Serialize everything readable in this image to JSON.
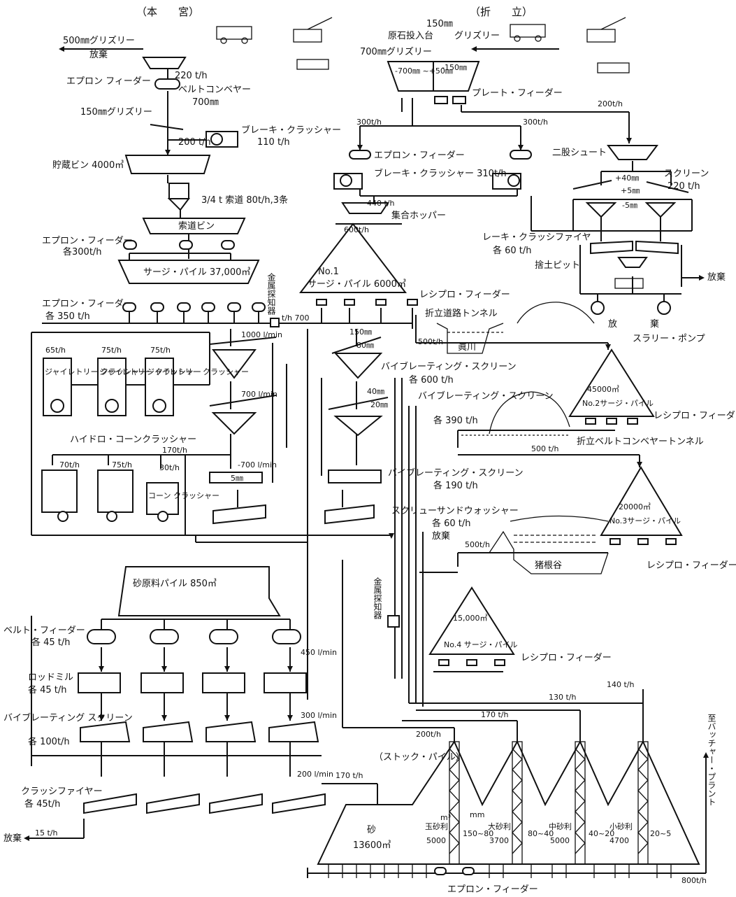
{
  "headers": {
    "left": "（本　　宮）",
    "right": "（折　　立）"
  },
  "labels": {
    "grizzly500": "500㎜グリズリー",
    "discard1": "放棄",
    "apron1": "エプロン フィーダー",
    "apron1_rate": "220 t/h",
    "belt": "ベルトコンベヤー",
    "belt_w": "700㎜",
    "grizzly150": "150㎜グリズリー",
    "break_cr1": "ブレーキ・クラッシャー",
    "break_cr1_rate": "110 t/h",
    "r200a": "200 t/h",
    "bin1": "貯蔵ビン 4000㎥",
    "ropeway": "3/4 t 索道 80t/h,3条",
    "rope_bin": "索道ビン",
    "apron2": "エプロン・フィーダー",
    "apron2_rate": "各300t/h",
    "surge1": "サージ・パイル 37,000㎥",
    "metal1": "金属探知器",
    "apron3": "エプロン・フィーダー",
    "apron3_rate": "各 350 t/h",
    "r700a": "t/h 700",
    "g150r": "150㎜",
    "grizzly_r": "グリズリー",
    "raw_feed": "原石投入台",
    "grizzly700": "700㎜グリズリー",
    "bin_a": "-700㎜ ~+50㎜",
    "bin_b": "-150㎜",
    "plate_f": "プレート・フィーダー",
    "r200b": "200t/h",
    "r300a": "300t/h",
    "r300b": "300t/h",
    "apron4": "エプロン・フィーダー",
    "break_cr2": "ブレーキ・クラッシャー 310t/h",
    "chute": "二股シュート",
    "screen1": "スクリーン",
    "screen1_rate": "220 t/h",
    "p40": "+40㎜",
    "p5": "+5㎜",
    "m5": "-5㎜",
    "r440": "440 t/h",
    "hopper": "集合ホッパー",
    "r600": "600t/h",
    "surge_no1": "No.1",
    "surge1b": "サージ・パイル 6000㎥",
    "rake_cl": "レーキ・クラッシファイヤ",
    "rake_rate": "各 60 t/h",
    "waste_pit": "捨土ピット",
    "discard2": "放棄",
    "recip1": "レシプロ・フィーダー",
    "tunnel1": "折立道路トンネル",
    "river1": "眞川",
    "r500a": "500t/h",
    "dis1": "放",
    "dis2": "棄",
    "slurry": "スラリー・ポンプ",
    "r1000": "1000 l/min",
    "mm150": "150㎜",
    "mm80": "80㎜",
    "vib1": "バイブレーティング・スクリーン",
    "vib1_rate": "各 600 t/h",
    "gy1": "65t/h",
    "gy2": "75t/h",
    "gy3": "75t/h",
    "gyc": "ジャイレトリー クラッシャー",
    "r700b": "700 l/min",
    "mm40": "40㎜",
    "mm20": "20㎜",
    "vib2": "バイブレーティング・スクリーン",
    "vib2_rate": "各 390 t/h",
    "surge2": "45000㎥",
    "surge2b": "No.2サージ・パイル",
    "recip2": "レシプロ・フィーダー",
    "tunnel2": "折立ベルトコンベヤートンネル",
    "r500b": "500 t/h",
    "hydro": "ハイドロ・コーンクラッシャー",
    "r170a": "170t/h",
    "hc1": "70t/h",
    "hc2": "75t/h",
    "hc3": "30t/h",
    "cone": "コーン クラッシャー",
    "r700c": "-700 l/min",
    "mm5": "5㎜",
    "vib3": "バイブレーティング・スクリーン",
    "vib3_rate": "各 190 t/h",
    "washer": "スクリューサンドウォッシャー",
    "washer_rate": "各 60 t/h",
    "discard3": "放棄",
    "surge3": "20000㎥",
    "surge3b": "No.3サージ・パイル",
    "r500c": "500t/h",
    "valley": "猪根谷",
    "recip3": "レシプロ・フィーダー",
    "sand_pile": "砂原料パイル 850㎥",
    "metal2": "金属探知器",
    "surge4": "15,000㎥",
    "surge4b": "No.4 サージ・パイル",
    "recip4": "レシプロ・フィーダー",
    "belt_f": "ベルト・フィーダー",
    "belt_f_rate": "各 45 t/h",
    "r450": "450 l/min",
    "rod": "ロッドミル",
    "rod_rate": "各 45 t/h",
    "vib4": "バイブレーティング スクリーン",
    "vib4_rate": "各 100t/h",
    "r300c": "300 l/min",
    "r140": "140 t/h",
    "r130": "130 t/h",
    "r170b": "170 t/h",
    "r200c": "200t/h",
    "stock": "（ストック・パイル）",
    "classifier": "クラッシファイヤー",
    "cl_rate": "各 45t/h",
    "r200d": "200 l/min",
    "r170c": "170 t/h",
    "discard4": "放棄",
    "r15": "15 t/h",
    "sand": "砂",
    "sand_v": "13600㎥",
    "pb": "玉砂利",
    "pb_v": "5000",
    "pb_mm": "150~80",
    "lg": "大砂利",
    "lg_v": "3700",
    "lg_mm": "80~40",
    "md": "中砂利",
    "md_v": "5000",
    "md_mm": "40~20",
    "smg": "小砂利",
    "smg_v": "4700",
    "smg_mm": "20~5",
    "mm_unit": "mm",
    "m3_unit": "m³",
    "batcher": "至バッチャー・プラント",
    "r800": "800t/h",
    "apron_bottom": "エプロン・フィーダー"
  }
}
